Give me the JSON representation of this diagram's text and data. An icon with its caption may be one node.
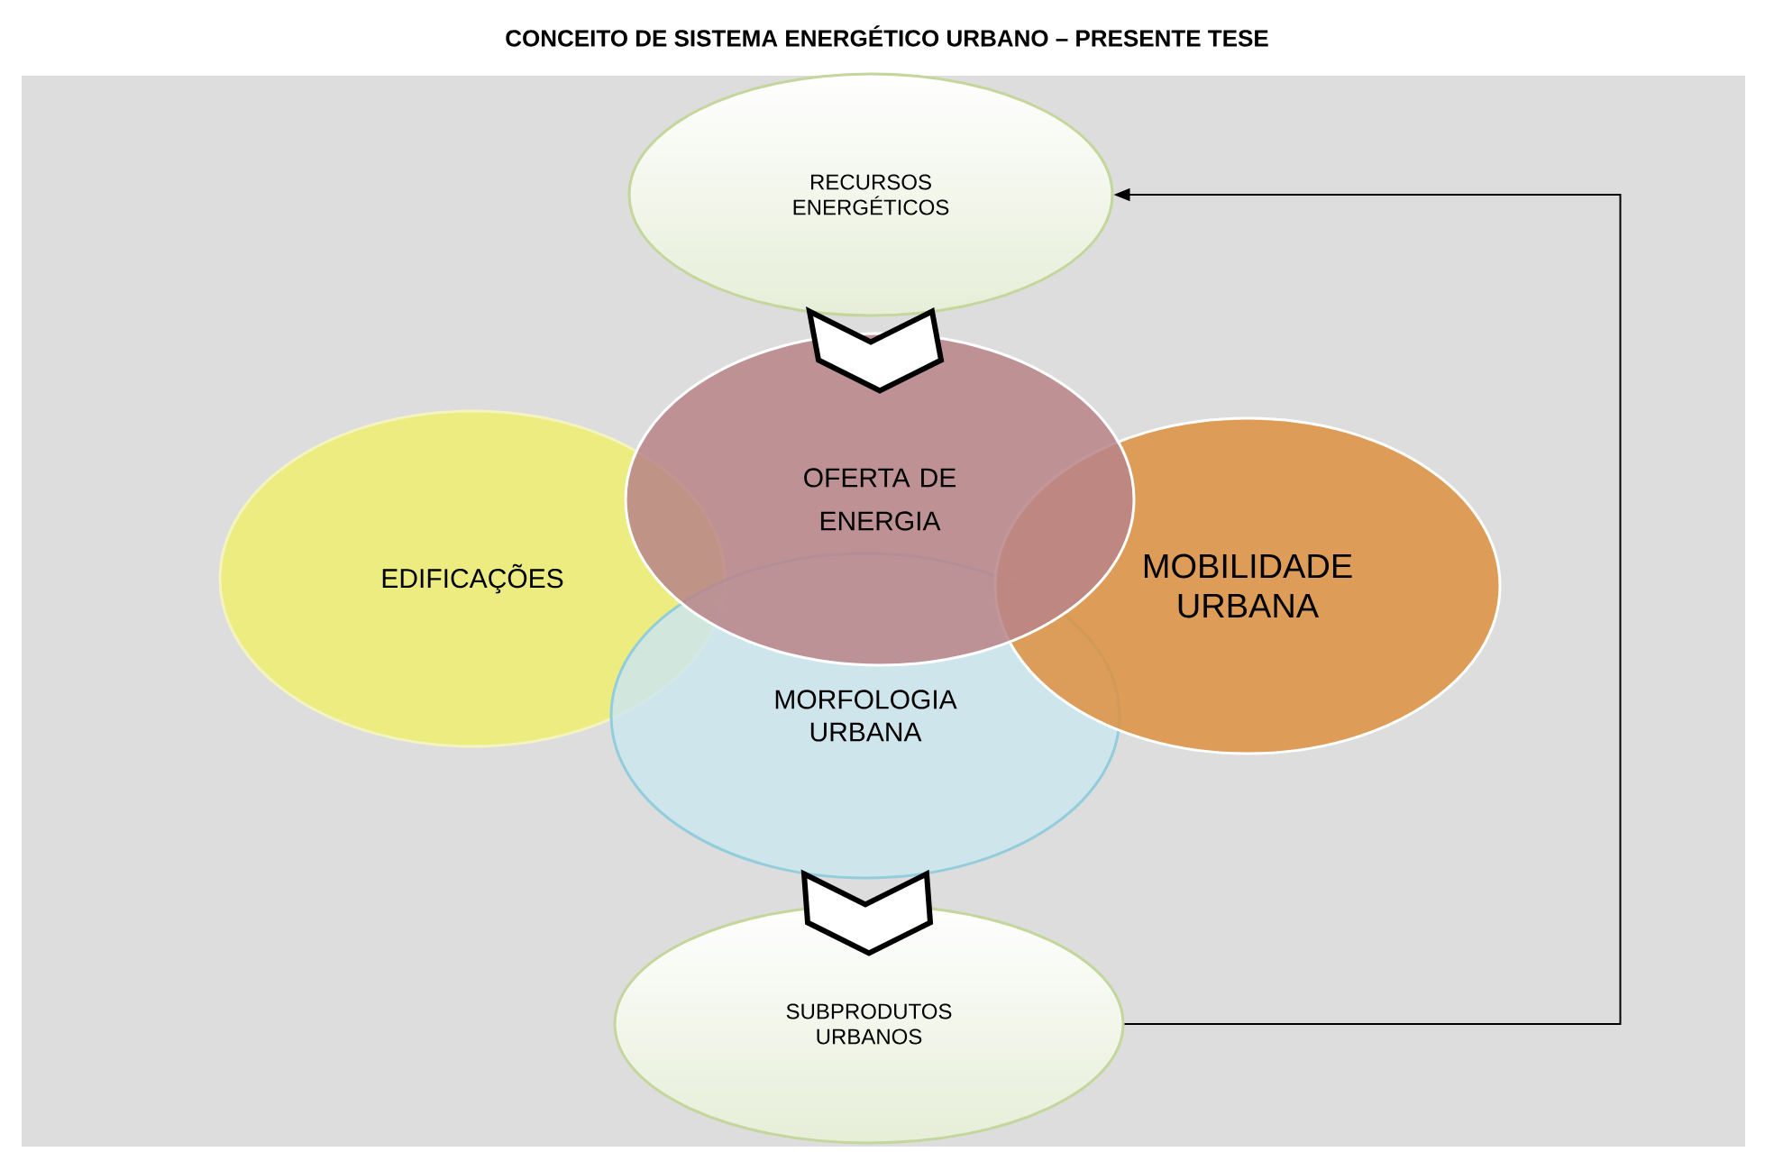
{
  "diagram": {
    "title": "CONCEITO DE SISTEMA ENERGÉTICO URBANO – PRESENTE TESE",
    "nodes": [
      {
        "text": [
          "RECURSOS ENERGÉTICOS"
        ]
      },
      {
        "text": [
          "OFERTA DE ENERGIA"
        ]
      },
      {
        "text": [
          "EDIFICAÇÕES"
        ]
      },
      {
        "text": [
          "MOBILIDADE URBANA"
        ]
      },
      {
        "text": [
          "MORFOLOGIA URBANA"
        ]
      },
      {
        "text": [
          "SUBPRODUTOS URBANOS"
        ]
      }
    ],
    "edges": [
      {
        "from": 0,
        "to": 1,
        "arrow": "to"
      },
      {
        "from": 4,
        "to": 5,
        "arrow": "to"
      },
      {
        "from": 5,
        "to": 0,
        "arrow": "to"
      }
    ]
  }
}
